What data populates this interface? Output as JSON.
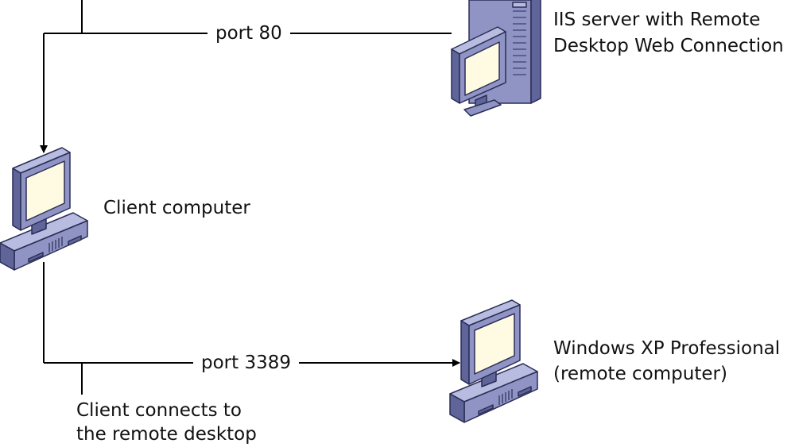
{
  "diagram": {
    "nodes": {
      "iis_server": {
        "line1": "IIS server with Remote",
        "line2": "Desktop Web Connection",
        "icon": "tower-server-icon"
      },
      "client": {
        "label": "Client computer",
        "icon": "desktop-computer-icon"
      },
      "remote": {
        "line1": "Windows XP Professional",
        "line2": "(remote computer)",
        "icon": "desktop-computer-icon"
      }
    },
    "connections": {
      "http": {
        "label": "port 80"
      },
      "rdp": {
        "label": "port 3389"
      }
    },
    "callout": {
      "line1": "Client connects to",
      "line2": "the remote desktop"
    }
  },
  "colors": {
    "line": "#000000",
    "case_front": "#8f94c4",
    "case_side": "#5f6499",
    "case_top": "#b8bce0",
    "screen": "#fffbe3",
    "outline": "#2a2d55"
  }
}
